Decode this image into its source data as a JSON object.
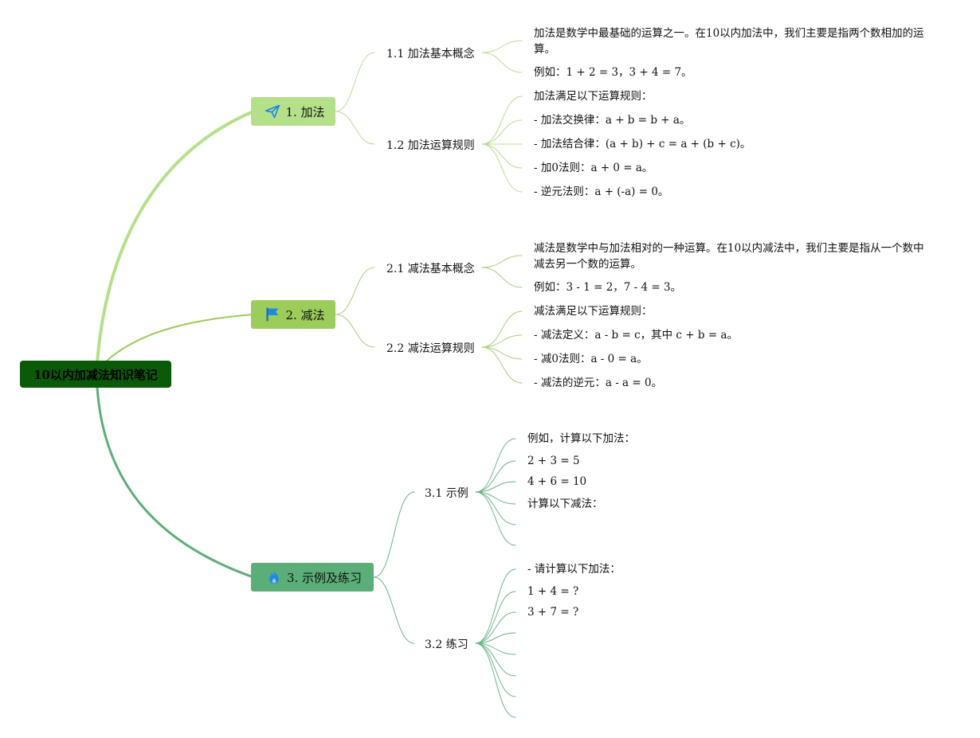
{
  "root": {
    "label": "10以内加减法知识笔记"
  },
  "colors": {
    "root": "#0b5a09",
    "branch1": "#b5e08a",
    "branch2": "#9ccc5a",
    "branch3": "#5cae78",
    "icon": "#1e88e5"
  },
  "branches": [
    {
      "label": "1. 加法",
      "icon": "paper-plane-icon",
      "subs": [
        {
          "label": "1.1 加法基本概念",
          "leaves": [
            "加法是数学中最基础的运算之一。在10以内加法中，我们主要是指两个数相加的运算。",
            "例如：1 + 2 = 3，3 + 4 = 7。"
          ]
        },
        {
          "label": "1.2 加法运算规则",
          "leaves": [
            "加法满足以下运算规则：",
            "- 加法交换律：a + b = b + a。",
            "- 加法结合律：(a + b) + c = a + (b + c)。",
            "- 加0法则：a + 0 = a。",
            "- 逆元法则：a + (-a) = 0。"
          ]
        }
      ]
    },
    {
      "label": "2. 减法",
      "icon": "flag-icon",
      "subs": [
        {
          "label": "2.1 减法基本概念",
          "leaves": [
            "减法是数学中与加法相对的一种运算。在10以内减法中，我们主要是指从一个数中减去另一个数的运算。",
            "例如：3 - 1 = 2，7 - 4 = 3。"
          ]
        },
        {
          "label": "2.2 减法运算规则",
          "leaves": [
            "减法满足以下运算规则：",
            "- 减法定义：a - b = c，其中 c + b = a。",
            "- 减0法则：a - 0 = a。",
            "- 减法的逆元：a - a = 0。"
          ]
        }
      ]
    },
    {
      "label": "3. 示例及练习",
      "icon": "fire-icon",
      "subs": [
        {
          "label": "3.1 示例",
          "leaves": [
            "例如，计算以下加法：",
            "2 + 3 = 5",
            "4 + 6 = 10",
            "计算以下减法：",
            "",
            ""
          ]
        },
        {
          "label": "3.2 练习",
          "leaves": [
            "- 请计算以下加法：",
            "1 + 4 = ?",
            "3 + 7 = ?",
            "",
            "",
            "",
            "",
            ""
          ]
        }
      ]
    }
  ]
}
